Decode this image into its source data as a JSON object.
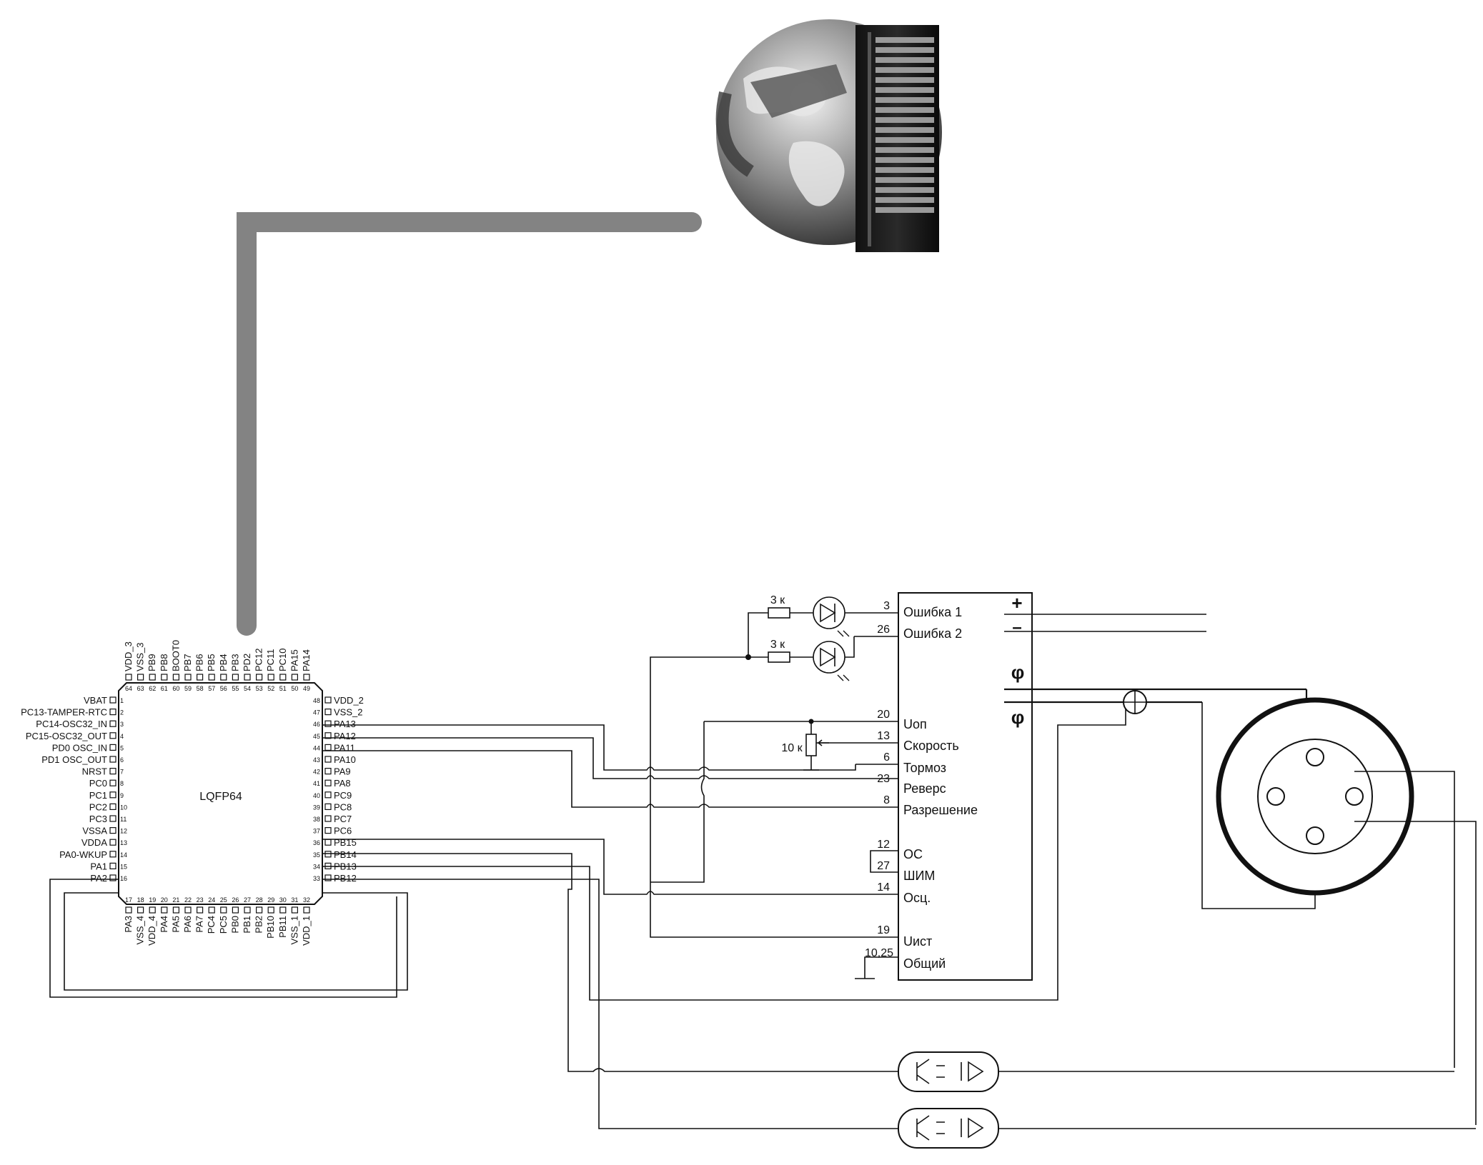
{
  "mcu": {
    "package": "LQFP64",
    "left_pins": [
      {
        "num": "1",
        "name": "VBAT"
      },
      {
        "num": "2",
        "name": "PC13-TAMPER-RTC"
      },
      {
        "num": "3",
        "name": "PC14-OSC32_IN"
      },
      {
        "num": "4",
        "name": "PC15-OSC32_OUT"
      },
      {
        "num": "5",
        "name": "PD0 OSC_IN"
      },
      {
        "num": "6",
        "name": "PD1 OSC_OUT"
      },
      {
        "num": "7",
        "name": "NRST"
      },
      {
        "num": "8",
        "name": "PC0"
      },
      {
        "num": "9",
        "name": "PC1"
      },
      {
        "num": "10",
        "name": "PC2"
      },
      {
        "num": "11",
        "name": "PC3"
      },
      {
        "num": "12",
        "name": "VSSA"
      },
      {
        "num": "13",
        "name": "VDDA"
      },
      {
        "num": "14",
        "name": "PA0-WKUP"
      },
      {
        "num": "15",
        "name": "PA1"
      },
      {
        "num": "16",
        "name": "PA2"
      }
    ],
    "right_pins": [
      {
        "num": "48",
        "name": "VDD_2"
      },
      {
        "num": "47",
        "name": "VSS_2"
      },
      {
        "num": "46",
        "name": "PA13"
      },
      {
        "num": "45",
        "name": "PA12"
      },
      {
        "num": "44",
        "name": "PA11"
      },
      {
        "num": "43",
        "name": "PA10"
      },
      {
        "num": "42",
        "name": "PA9"
      },
      {
        "num": "41",
        "name": "PA8"
      },
      {
        "num": "40",
        "name": "PC9"
      },
      {
        "num": "39",
        "name": "PC8"
      },
      {
        "num": "38",
        "name": "PC7"
      },
      {
        "num": "37",
        "name": "PC6"
      },
      {
        "num": "36",
        "name": "PB15"
      },
      {
        "num": "35",
        "name": "PB14"
      },
      {
        "num": "34",
        "name": "PB13"
      },
      {
        "num": "33",
        "name": "PB12"
      }
    ],
    "top_pins": [
      {
        "num": "64",
        "name": "VDD_3"
      },
      {
        "num": "63",
        "name": "VSS_3"
      },
      {
        "num": "62",
        "name": "PB9"
      },
      {
        "num": "61",
        "name": "PB8"
      },
      {
        "num": "60",
        "name": "BOOT0"
      },
      {
        "num": "59",
        "name": "PB7"
      },
      {
        "num": "58",
        "name": "PB6"
      },
      {
        "num": "57",
        "name": "PB5"
      },
      {
        "num": "56",
        "name": "PB4"
      },
      {
        "num": "55",
        "name": "PB3"
      },
      {
        "num": "54",
        "name": "PD2"
      },
      {
        "num": "53",
        "name": "PC12"
      },
      {
        "num": "52",
        "name": "PC11"
      },
      {
        "num": "51",
        "name": "PC10"
      },
      {
        "num": "50",
        "name": "PA15"
      },
      {
        "num": "49",
        "name": "PA14"
      }
    ],
    "bottom_pins": [
      {
        "num": "17",
        "name": "PA3"
      },
      {
        "num": "18",
        "name": "VSS_4"
      },
      {
        "num": "19",
        "name": "VDD_4"
      },
      {
        "num": "20",
        "name": "PA4"
      },
      {
        "num": "21",
        "name": "PA5"
      },
      {
        "num": "22",
        "name": "PA6"
      },
      {
        "num": "23",
        "name": "PA7"
      },
      {
        "num": "24",
        "name": "PC4"
      },
      {
        "num": "25",
        "name": "PC5"
      },
      {
        "num": "26",
        "name": "PB0"
      },
      {
        "num": "27",
        "name": "PB1"
      },
      {
        "num": "28",
        "name": "PB2"
      },
      {
        "num": "29",
        "name": "PB10"
      },
      {
        "num": "30",
        "name": "PB11"
      },
      {
        "num": "31",
        "name": "VSS_1"
      },
      {
        "num": "32",
        "name": "VDD_1"
      }
    ]
  },
  "driver": {
    "pins": [
      {
        "num": "3",
        "label": "Ошибка 1"
      },
      {
        "num": "26",
        "label": "Ошибка 2"
      },
      {
        "num": "20",
        "label": "Uоп"
      },
      {
        "num": "13",
        "label": "Скорость"
      },
      {
        "num": "6",
        "label": "Тормоз"
      },
      {
        "num": "23",
        "label": "Реверс"
      },
      {
        "num": "8",
        "label": "Разрешение"
      },
      {
        "num": "12",
        "label": "ОС"
      },
      {
        "num": "27",
        "label": "ШИМ"
      },
      {
        "num": "14",
        "label": "Осц."
      },
      {
        "num": "19",
        "label": "Uист"
      },
      {
        "num": "10,25",
        "label": "Общий"
      }
    ],
    "power_plus": "+",
    "power_minus": "–",
    "phase_a": "φ",
    "phase_b": "φ"
  },
  "components": {
    "r1_label": "3 к",
    "r2_label": "3 к",
    "pot_label": "10 к"
  },
  "icons": {
    "server": "globe-and-server-rack-icon",
    "led": "led-icon",
    "optocoupler": "optocoupler-icon",
    "motor": "motor-icon"
  }
}
